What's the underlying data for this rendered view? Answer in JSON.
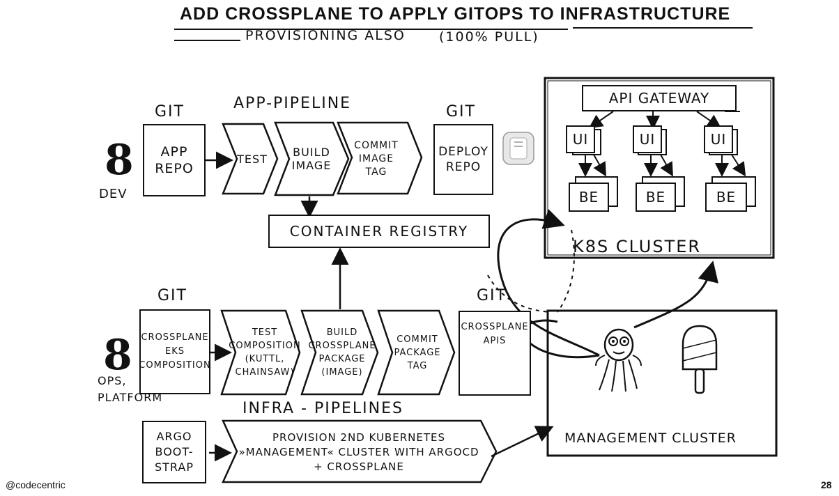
{
  "title": "ADD CROSSPLANE TO APPLY GITOPS TO INFRASTRUCTURE",
  "subtitle_main": "PROVISIONING ALSO",
  "subtitle_paren": "(100% PULL)",
  "dev": {
    "role_label": "DEV",
    "git_label": "GIT",
    "app_repo": "APP REPO",
    "pipeline_label": "APP-PIPELINE",
    "steps": [
      "TEST",
      "BUILD IMAGE",
      "COMMIT IMAGE TAG"
    ],
    "git_label_2": "GIT",
    "deploy_repo": "DEPLOY REPO"
  },
  "container_registry": "CONTAINER REGISTRY",
  "k8s": {
    "api_gateway": "API GATEWAY",
    "ui": "UI",
    "be": "BE",
    "cluster_label": "K8S CLUSTER"
  },
  "ops": {
    "role_label": "OPS, PLATFORM",
    "git_label": "GIT",
    "crossplane_eks": "CROSSPLANE EKS COMPOSITION",
    "steps": [
      "TEST COMPOSITION (KUTTL, CHAINSAW)",
      "BUILD CROSSPLANE PACKAGE (IMAGE)",
      "COMMIT PACKAGE TAG"
    ],
    "git_label_2": "GIT",
    "crossplane_apis": "CROSSPLANE APIS",
    "infra_pipelines_label": "INFRA - PIPELINES",
    "argo_bootstrap": "ARGO BOOT- STRAP",
    "provision": "PROVISION 2ND KUBERNETES »MANAGEMENT« CLUSTER WITH ARGOCD + CROSSPLANE"
  },
  "management_cluster": "MANAGEMENT CLUSTER",
  "footer": {
    "brand": "@codecentric",
    "page": "28"
  },
  "icons": [
    "person-icon",
    "thermostat-icon",
    "argo-octopus-icon",
    "crossplane-popsicle-icon"
  ]
}
